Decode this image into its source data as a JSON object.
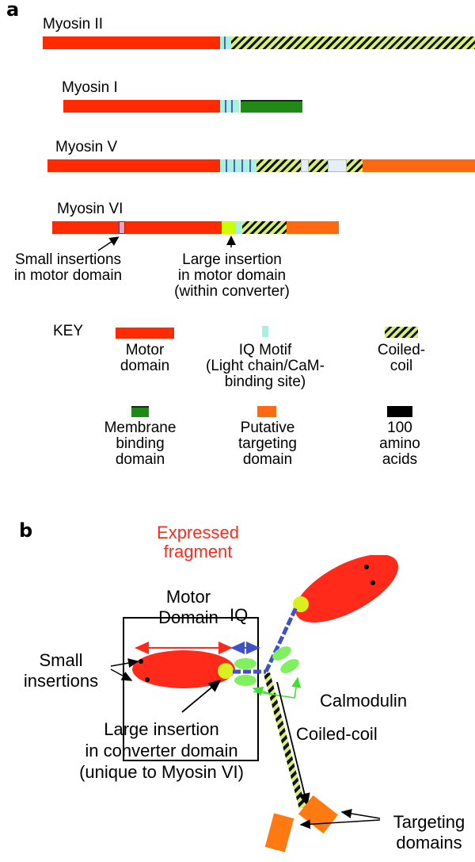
{
  "panel_a": {
    "letter": "a",
    "myosins": [
      {
        "name": "Myosin II",
        "domains": [
          "motor",
          "iq",
          "coiled-coil"
        ]
      },
      {
        "name": "Myosin I",
        "domains": [
          "motor",
          "iq",
          "membrane-binding"
        ]
      },
      {
        "name": "Myosin V",
        "domains": [
          "motor",
          "iq",
          "coiled-coil",
          "targeting"
        ]
      },
      {
        "name": "Myosin VI",
        "domains": [
          "motor",
          "small-insertion",
          "large-insertion",
          "iq",
          "coiled-coil",
          "targeting"
        ]
      }
    ],
    "annotations": {
      "small_insertions": [
        "Small insertions",
        "in motor domain"
      ],
      "large_insertion": [
        "Large insertion",
        "in motor domain",
        "(within converter)"
      ]
    },
    "key": {
      "title": "KEY",
      "items": [
        {
          "lines": [
            "Motor",
            "domain"
          ],
          "color": "#ff2a00"
        },
        {
          "lines": [
            "IQ Motif",
            "(Light chain/CaM-",
            "binding site)"
          ],
          "color": "#a8f0e0"
        },
        {
          "lines": [
            "Coiled-",
            "coil"
          ],
          "color": "striped #d8f070/#111"
        },
        {
          "lines": [
            "Membrane",
            "binding",
            "domain"
          ],
          "color": "#1f8a14"
        },
        {
          "lines": [
            "Putative",
            "targeting",
            "domain"
          ],
          "color": "#ff6a10"
        },
        {
          "lines": [
            "100",
            "amino",
            "acids"
          ],
          "color": "#000000"
        }
      ]
    }
  },
  "panel_b": {
    "letter": "b",
    "expressed_fragment": [
      "Expressed",
      "fragment"
    ],
    "motor_domain": [
      "Motor",
      "Domain"
    ],
    "iq": "IQ",
    "small_insertions": [
      "Small",
      "insertions"
    ],
    "large_insertion": [
      "Large insertion",
      "in converter domain",
      "(unique to Myosin VI)"
    ],
    "calmodulin": "Calmodulin",
    "coiled_coil": "Coiled-coil",
    "targeting": [
      "Targeting",
      "domains"
    ],
    "colors": {
      "motor": "#ff2a1a",
      "converter": "#d8f020",
      "lever": "#4050c8",
      "calmodulin": "#80f060",
      "expressed_text": "#ff2a1a",
      "targeting": "#ff7a10"
    }
  }
}
